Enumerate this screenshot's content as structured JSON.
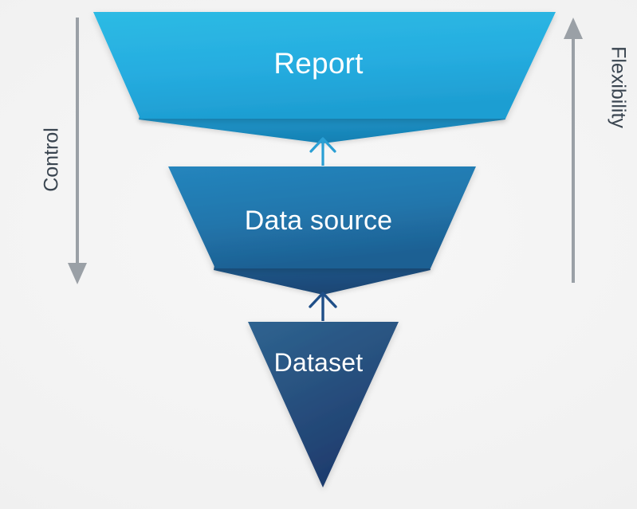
{
  "diagram": {
    "title": "Report / Data source / Dataset funnel hierarchy",
    "background_color": "#f2f2f2",
    "levels": [
      {
        "id": "report",
        "label": "Report",
        "shape": "inverted-trapezoid",
        "order": 1,
        "fill_top": "#29b5e0",
        "fill_bottom": "#1e9fd0",
        "fold_color": "#1787b9",
        "text_color": "#ffffff"
      },
      {
        "id": "data-source",
        "label": "Data source",
        "shape": "inverted-trapezoid",
        "order": 2,
        "fill_top": "#2180b8",
        "fill_bottom": "#1f5f94",
        "fold_color": "#1d4f82",
        "text_color": "#ffffff"
      },
      {
        "id": "dataset",
        "label": "Dataset",
        "shape": "inverted-triangle",
        "order": 3,
        "fill_top": "#2c5d92",
        "fill_bottom": "#1e3a6e",
        "text_color": "#ffffff"
      }
    ],
    "connectors": [
      {
        "id": "dataset-to-data-source",
        "from": "dataset",
        "to": "data-source",
        "direction": "up",
        "color": "#1f4f88"
      },
      {
        "id": "data-source-to-report",
        "from": "data-source",
        "to": "report",
        "direction": "up",
        "color": "#2a9fd4"
      }
    ],
    "axes": [
      {
        "id": "control",
        "label": "Control",
        "side": "left",
        "direction": "down",
        "color": "#9aa0a6",
        "text_color": "#3a4550"
      },
      {
        "id": "flexibility",
        "label": "Flexibility",
        "side": "right",
        "direction": "up",
        "color": "#9aa0a6",
        "text_color": "#3a4550"
      }
    ]
  }
}
